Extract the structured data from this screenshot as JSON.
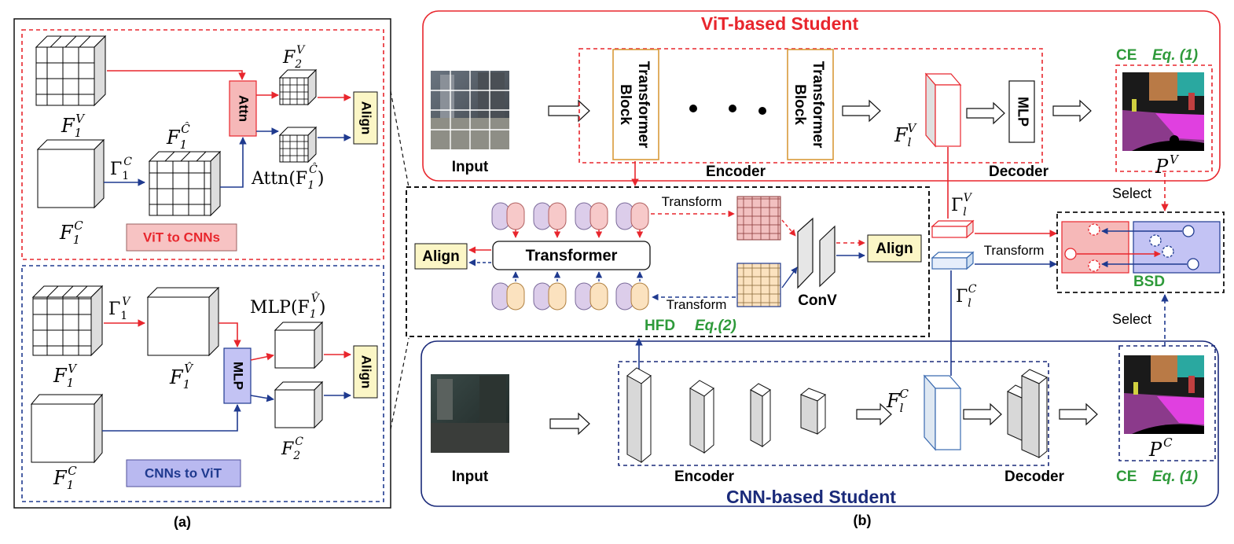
{
  "panel_a": {
    "caption": "(a)",
    "vit_to_cnn": {
      "f1v": "F",
      "f1v_sub": "1",
      "f1v_sup": "V",
      "f1c": "F",
      "f1c_sub": "1",
      "f1c_sup": "C",
      "gamma": "Γ",
      "gamma_sub": "1",
      "gamma_sup": "C",
      "f1chat": "F",
      "f1chat_sub": "1",
      "f1chat_sup": "Ĉ",
      "attn_block": "Attn",
      "f2v": "F",
      "f2v_sub": "2",
      "f2v_sup": "V",
      "attn_out": "Attn(F",
      "attn_out_sub": "1",
      "attn_out_sup": "Ĉ",
      "attn_out_close": ")",
      "align": "Align",
      "label": "ViT to CNNs"
    },
    "cnn_to_vit": {
      "f1v": "F",
      "f1v_sub": "1",
      "f1v_sup": "V",
      "gamma": "Γ",
      "gamma_sub": "1",
      "gamma_sup": "V",
      "f1vhat": "F",
      "f1vhat_sub": "1",
      "f1vhat_sup": "V̂",
      "mlp_block": "MLP",
      "mlp_out": "MLP(F",
      "mlp_out_sub": "1",
      "mlp_out_sup": "V̂",
      "mlp_out_close": ")",
      "f1c": "F",
      "f1c_sub": "1",
      "f1c_sup": "C",
      "f2c": "F",
      "f2c_sub": "2",
      "f2c_sup": "C",
      "align": "Align",
      "label": "CNNs to ViT"
    }
  },
  "panel_b": {
    "caption": "(b)",
    "vit_student": {
      "title": "ViT-based Student",
      "input_label": "Input",
      "block1": "Transformer Block",
      "block2": "Transformer Block",
      "block_line1": "Transformer",
      "block_line2": "Block",
      "encoder": "Encoder",
      "decoder": "Decoder",
      "mlp": "MLP",
      "flv": "F",
      "flv_sub": "l",
      "flv_sup": "V",
      "ce": "CE",
      "eq": "Eq. (1)",
      "pv": "P",
      "pv_sup": "V"
    },
    "hfd": {
      "align_left": "Align",
      "transformer": "Transformer",
      "transform_top": "Transform",
      "transform_bottom": "Transform",
      "conv": "ConV",
      "align_right": "Align",
      "hfd": "HFD",
      "eq": "Eq.(2)"
    },
    "bsd": {
      "gamma_v": "Γ",
      "gamma_v_sub": "l",
      "gamma_v_sup": "V",
      "gamma_c": "Γ",
      "gamma_c_sub": "l",
      "gamma_c_sup": "C",
      "transform": "Transform",
      "bsd": "BSD",
      "select_top": "Select",
      "select_bottom": "Select"
    },
    "cnn_student": {
      "title": "CNN-based Student",
      "input_label": "Input",
      "encoder": "Encoder",
      "decoder": "Decoder",
      "flc": "F",
      "flc_sub": "l",
      "flc_sup": "C",
      "ce": "CE",
      "eq": "Eq. (1)",
      "pc": "P",
      "pc_sup": "C"
    }
  },
  "colors": {
    "red": "#e8262d",
    "blue": "#1f3a8f",
    "navy": "#1a2a7a",
    "green": "#2e9a3a",
    "align_fill": "#fbf6c6",
    "attn_fill": "#f6b8b8",
    "mlp_fill": "#c3c3f4",
    "label_red_fill": "#f7c3c3",
    "label_blue_fill": "#b9b9f0",
    "red_token": "#f7c9c9",
    "purple_token": "#dccdea",
    "orange_token": "#fbe2bf"
  }
}
